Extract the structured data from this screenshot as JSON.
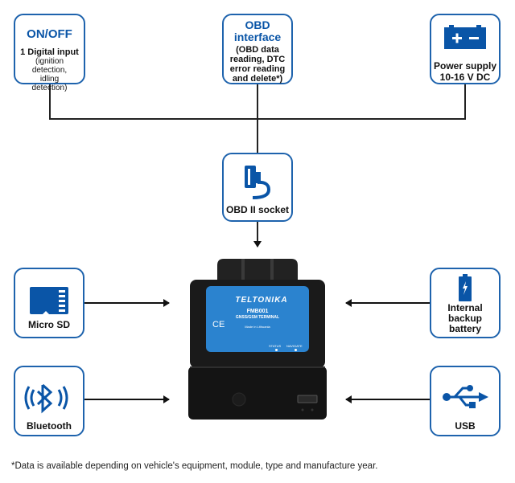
{
  "top_boxes": {
    "onoff": {
      "title": "ON/OFF",
      "subtitle": "1 Digital input",
      "detail": "(ignition detection, idling detection)"
    },
    "obd_interface": {
      "title_line1": "OBD",
      "title_line2": "interface",
      "detail": "(OBD data reading, DTC error reading and delete*)"
    },
    "power": {
      "icon": "car-battery-icon",
      "label_line1": "Power supply",
      "label_line2": "10-16 V DC"
    }
  },
  "obd_socket": {
    "icon": "obd-connector-icon",
    "label": "OBD II socket"
  },
  "device": {
    "brand": "TELTONIKA",
    "model": "FMB001",
    "subtitle": "GNSS/GSM TERMINAL",
    "made_in": "Made in Lithuania",
    "ce_mark": "CE",
    "led_labels": [
      "STATUS",
      "NAVIGATE"
    ]
  },
  "left_boxes": [
    {
      "icon": "micro-sd-icon",
      "label": "Micro SD"
    },
    {
      "icon": "bluetooth-icon",
      "label": "Bluetooth"
    }
  ],
  "right_boxes": [
    {
      "icon": "battery-icon",
      "label_line1": "Internal",
      "label_line2": "backup",
      "label_line3": "battery"
    },
    {
      "icon": "usb-icon",
      "label": "USB"
    }
  ],
  "footnote": "*Data is available depending on vehicle's equipment, module, type and manufacture year.",
  "colors": {
    "accent_blue": "#0a55a7",
    "border_blue": "#1e63ad",
    "label_blue": "#2a8fd6"
  }
}
